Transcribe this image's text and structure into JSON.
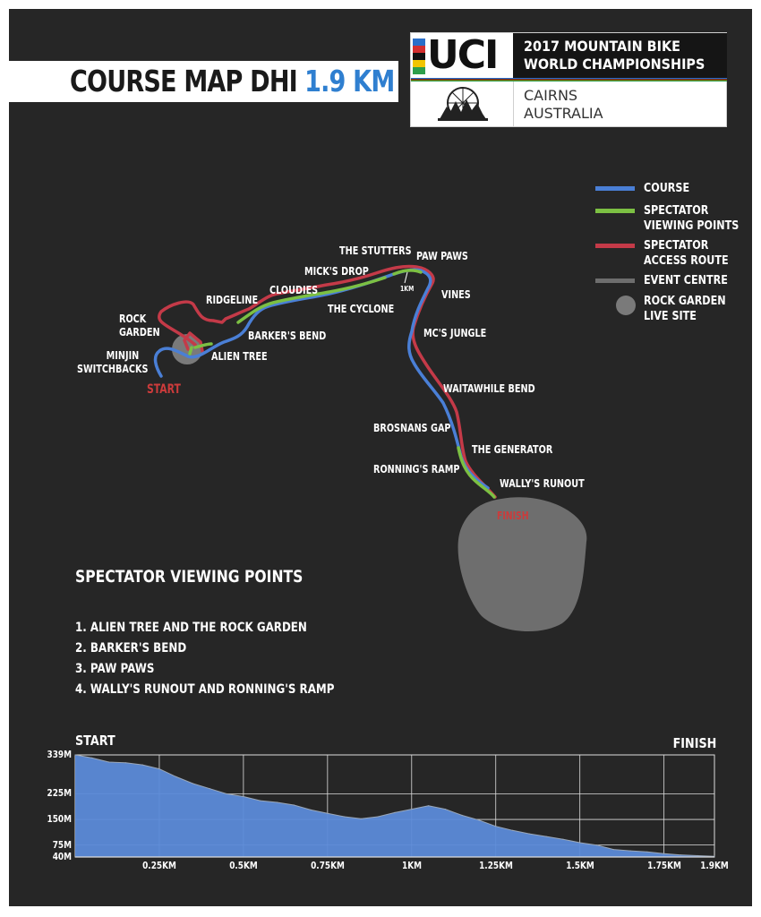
{
  "header": {
    "title": "COURSE MAP DHI",
    "distance": "1.9 KM",
    "brand": "UCI",
    "event_line1": "2017 MOUNTAIN BIKE",
    "event_line2": "WORLD CHAMPIONSHIPS",
    "location_line1": "CAIRNS",
    "location_line2": "AUSTRALIA",
    "emblem_icon": "rainforest-wheel-icon"
  },
  "colors": {
    "background": "#262626",
    "course": "#4a7fd6",
    "viewing": "#7cc043",
    "access": "#c43a48",
    "event_centre": "#6e6e6e",
    "accent_blue": "#2f7fd0",
    "start_finish": "#cc3b3b"
  },
  "legend": [
    {
      "label_lines": [
        "COURSE"
      ],
      "kind": "course"
    },
    {
      "label_lines": [
        "SPECTATOR",
        "VIEWING POINTS"
      ],
      "kind": "viewing"
    },
    {
      "label_lines": [
        "SPECTATOR",
        "ACCESS ROUTE"
      ],
      "kind": "access"
    },
    {
      "label_lines": [
        "EVENT CENTRE"
      ],
      "kind": "event_centre"
    },
    {
      "label_lines": [
        "ROCK GARDEN",
        "LIVE SITE"
      ],
      "kind": "rock_garden"
    }
  ],
  "map_labels": {
    "start": "START",
    "finish": "FINISH",
    "rock_garden": [
      "ROCK",
      "GARDEN"
    ],
    "minjin": [
      "MINJIN",
      "SWITCHBACKS"
    ],
    "alien_tree": "ALIEN TREE",
    "ridgeline": "RIDGELINE",
    "barkers_bend": "BARKER'S BEND",
    "cloudies": "CLOUDIES",
    "the_cyclone": "THE CYCLONE",
    "micks_drop": "MICK'S DROP",
    "the_stutters": "THE STUTTERS",
    "paw_paws": "PAW PAWS",
    "km_marker": "1KM",
    "vines": "VINES",
    "mcs_jungle": "MC'S JUNGLE",
    "waitawhile_bend": "WAITAWHILE BEND",
    "brosnans_gap": "BROSNANS GAP",
    "the_generator": "THE GENERATOR",
    "ronnings_ramp": "RONNING'S RAMP",
    "wallys_runout": "WALLY'S RUNOUT"
  },
  "viewing_points": {
    "title": "SPECTATOR VIEWING POINTS",
    "items": [
      "1. ALIEN TREE AND THE ROCK GARDEN",
      "2. BARKER'S BEND",
      "3. PAW PAWS",
      "4. WALLY'S RUNOUT AND RONNING'S RAMP"
    ]
  },
  "chart_data": {
    "type": "area",
    "start_label": "START",
    "finish_label": "FINISH",
    "xlabel": "",
    "ylabel": "",
    "xlim": [
      0,
      1.9
    ],
    "ylim": [
      40,
      339
    ],
    "x_ticks": [
      {
        "value": 0.25,
        "label": "0.25KM"
      },
      {
        "value": 0.5,
        "label": "0.5KM"
      },
      {
        "value": 0.75,
        "label": "0.75KM"
      },
      {
        "value": 1.0,
        "label": "1KM"
      },
      {
        "value": 1.25,
        "label": "1.25KM"
      },
      {
        "value": 1.5,
        "label": "1.5KM"
      },
      {
        "value": 1.75,
        "label": "1.75KM"
      },
      {
        "value": 1.9,
        "label": "1.9KM"
      }
    ],
    "y_ticks": [
      {
        "value": 339,
        "label": "339M"
      },
      {
        "value": 225,
        "label": "225M"
      },
      {
        "value": 150,
        "label": "150M"
      },
      {
        "value": 75,
        "label": "75M"
      },
      {
        "value": 40,
        "label": "40M"
      }
    ],
    "grid": true,
    "series": [
      {
        "x": [
          0,
          0.05,
          0.1,
          0.15,
          0.2,
          0.25,
          0.3,
          0.35,
          0.4,
          0.45,
          0.5,
          0.55,
          0.6,
          0.65,
          0.7,
          0.75,
          0.8,
          0.85,
          0.9,
          0.95,
          1.0,
          1.05,
          1.1,
          1.15,
          1.2,
          1.25,
          1.3,
          1.35,
          1.4,
          1.45,
          1.5,
          1.55,
          1.6,
          1.65,
          1.7,
          1.75,
          1.8,
          1.85,
          1.9
        ],
        "values": [
          339,
          330,
          318,
          316,
          310,
          298,
          275,
          255,
          240,
          225,
          217,
          205,
          200,
          192,
          178,
          168,
          158,
          152,
          158,
          170,
          180,
          190,
          180,
          162,
          148,
          130,
          118,
          108,
          100,
          92,
          82,
          75,
          62,
          58,
          55,
          50,
          46,
          44,
          42
        ]
      }
    ]
  }
}
